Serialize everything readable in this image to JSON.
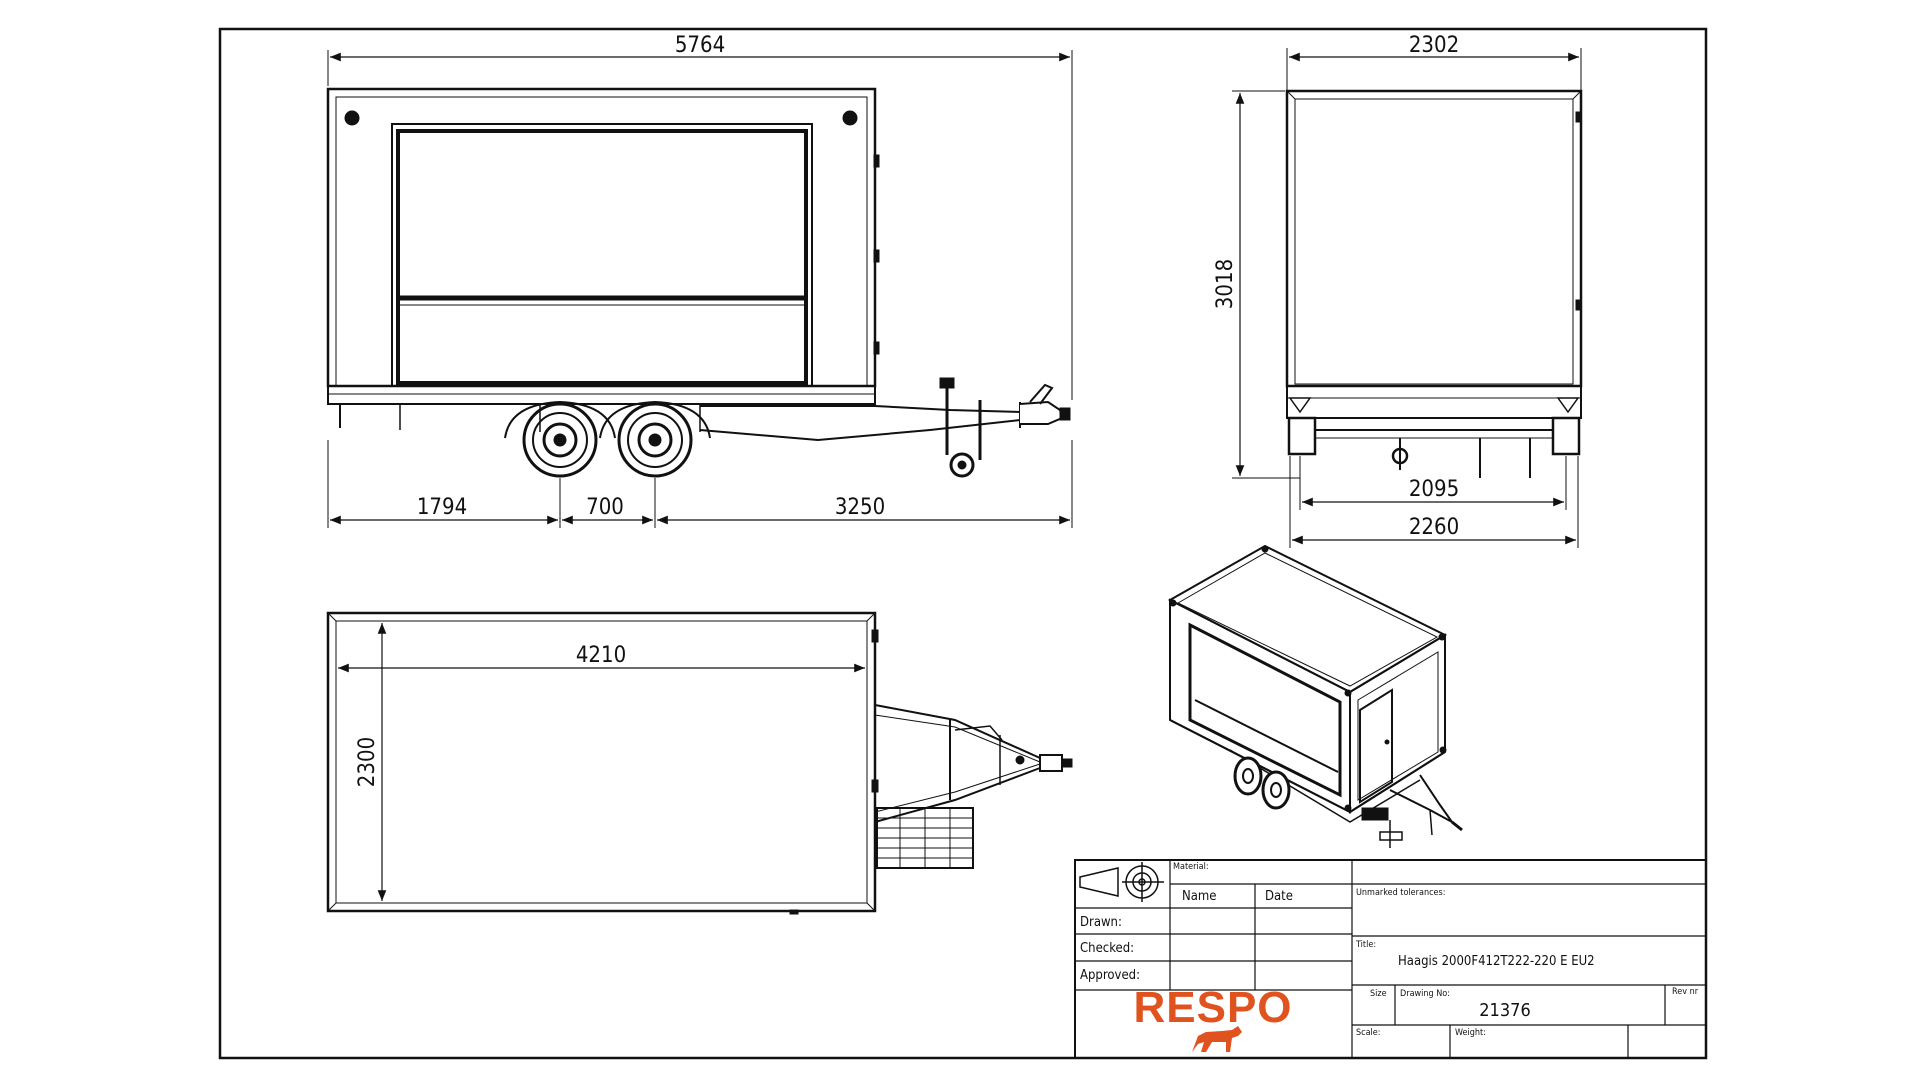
{
  "drawing": {
    "dimensions": {
      "side_overall_length": "5764",
      "side_rear_overhang": "1794",
      "side_axle_spacing": "700",
      "side_front_to_drawbar": "3250",
      "rear_overall_width": "2302",
      "rear_height": "3018",
      "rear_track": "2095",
      "rear_width_bottom": "2260",
      "top_body_length": "4210",
      "top_body_width": "2300"
    }
  },
  "title_block": {
    "material_label": "Material:",
    "name_header": "Name",
    "date_header": "Date",
    "drawn_label": "Drawn:",
    "checked_label": "Checked:",
    "approved_label": "Approved:",
    "tolerances_label": "Unmarked tolerances:",
    "title_label": "Title:",
    "title_value": "Haagis 2000F412T222-220 E EU2",
    "size_label": "Size",
    "drawing_no_label": "Drawing No:",
    "drawing_no_value": "21376",
    "rev_label": "Rev nr",
    "scale_label": "Scale:",
    "weight_label": "Weight:",
    "logo_text": "RESPO",
    "logo_color": "#e0531f",
    "projection_icon": "first-angle-projection-icon"
  }
}
